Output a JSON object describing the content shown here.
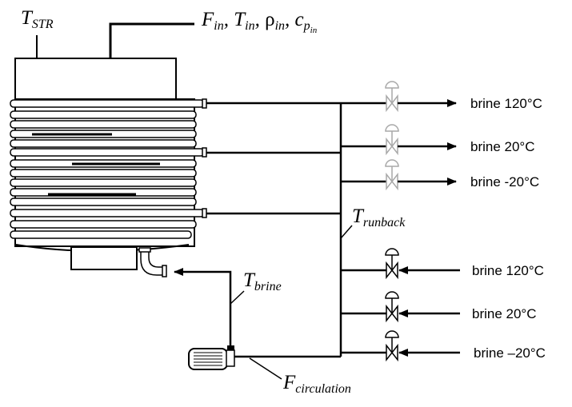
{
  "symbols": {
    "t_str": {
      "base": "T",
      "sub": "STR"
    },
    "feed": {
      "f": "F",
      "f_sub": "in",
      "t": "T",
      "t_sub": "in",
      "rho": "ρ",
      "rho_sub": "in",
      "c": "c",
      "c_sub": "p",
      "c_subsub": "in",
      "sep": ","
    },
    "t_runback": {
      "base": "T",
      "sub": "runback"
    },
    "t_brine": {
      "base": "T",
      "sub": "brine"
    },
    "f_circulation": {
      "base": "F",
      "sub": "circulation"
    }
  },
  "outlets": [
    {
      "label": "brine 120°C"
    },
    {
      "label": "brine 20°C"
    },
    {
      "label": "brine -20°C"
    }
  ],
  "inlets": [
    {
      "label": "brine 120°C"
    },
    {
      "label": "brine 20°C"
    },
    {
      "label": "brine –20°C"
    }
  ],
  "colors": {
    "line": "#000000",
    "coil_fill": "#ffffff",
    "outlet_valve": "#a8a8a8",
    "inlet_valve": "#000000"
  }
}
